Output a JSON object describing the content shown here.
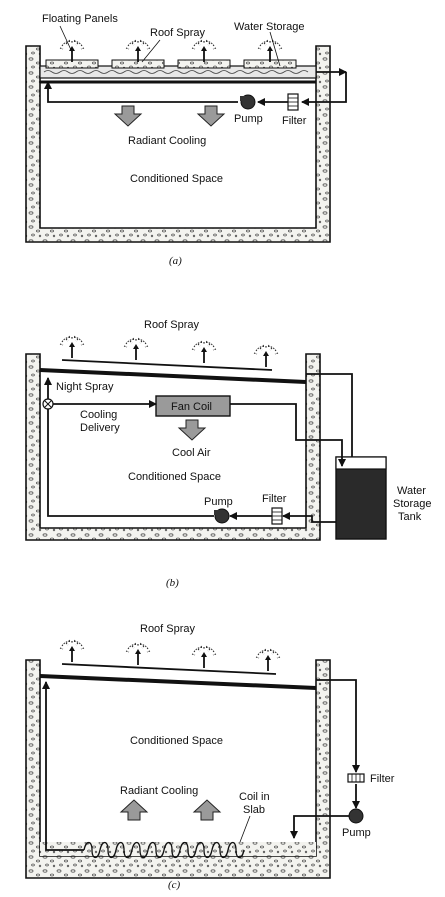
{
  "diagram_a": {
    "caption": "(a)",
    "floating_panels": "Floating Panels",
    "roof_spray": "Roof Spray",
    "water_storage": "Water Storage",
    "pump": "Pump",
    "filter": "Filter",
    "radiant_cooling": "Radiant Cooling",
    "conditioned_space": "Conditioned Space"
  },
  "diagram_b": {
    "caption": "(b)",
    "roof_spray": "Roof Spray",
    "night_spray": "Night Spray",
    "cooling_delivery_1": "Cooling",
    "cooling_delivery_2": "Delivery",
    "fan_coil": "Fan Coil",
    "cool_air": "Cool Air",
    "conditioned_space": "Conditioned Space",
    "pump": "Pump",
    "filter": "Filter",
    "tank_1": "Water",
    "tank_2": "Storage",
    "tank_3": "Tank"
  },
  "diagram_c": {
    "caption": "(c)",
    "roof_spray": "Roof Spray",
    "conditioned_space": "Conditioned Space",
    "filter": "Filter",
    "radiant_cooling": "Radiant Cooling",
    "coil_1": "Coil in",
    "coil_2": "Slab",
    "pump": "Pump"
  }
}
